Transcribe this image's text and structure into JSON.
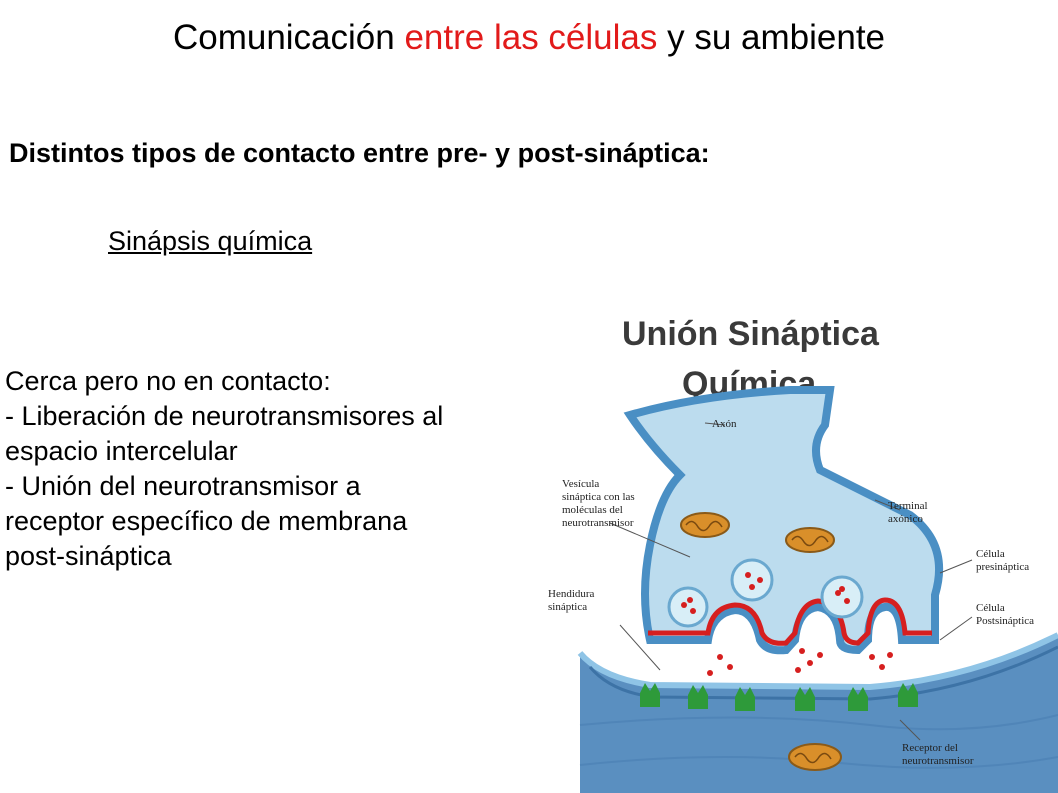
{
  "title": {
    "part1": "Comunicación",
    "part2": "entre las células",
    "part3": "y su ambiente",
    "accent_color": "#e21a1a"
  },
  "subtitle": "Distintos tipos de contacto entre pre- y post-sináptica:",
  "section_heading": "Sinápsis química",
  "body": {
    "line1": "Cerca pero no en contacto:",
    "line2": "- Liberación de neurotransmisores al",
    "line3": "espacio intercelular",
    "line4": "- Unión del neurotransmisor a",
    "line5": "receptor específico de membrana",
    "line6": "post-sináptica"
  },
  "figure": {
    "title_line1": "Unión Sináptica",
    "title_line2": "Química",
    "labels": {
      "axon": "Axón",
      "vesicle_1": "Vesícula",
      "vesicle_2": "sináptica con las",
      "vesicle_3": "moléculas del",
      "vesicle_4": "neurotransmisor",
      "terminal_1": "Terminal",
      "terminal_2": "axónico",
      "presyn_1": "Célula",
      "presyn_2": "presináptica",
      "postsyn_1": "Célula",
      "postsyn_2": "Postsináptica",
      "cleft_1": "Hendidura",
      "cleft_2": "sináptica",
      "receptor_1": "Receptor del",
      "receptor_2": "neurotransmisor"
    },
    "colors": {
      "membrane": "#4a8fc4",
      "cytoplasm": "#bcdcee",
      "active_zone": "#d61f1f",
      "receptor": "#2e9a3a",
      "mitochondria": "#d98f2a"
    }
  }
}
